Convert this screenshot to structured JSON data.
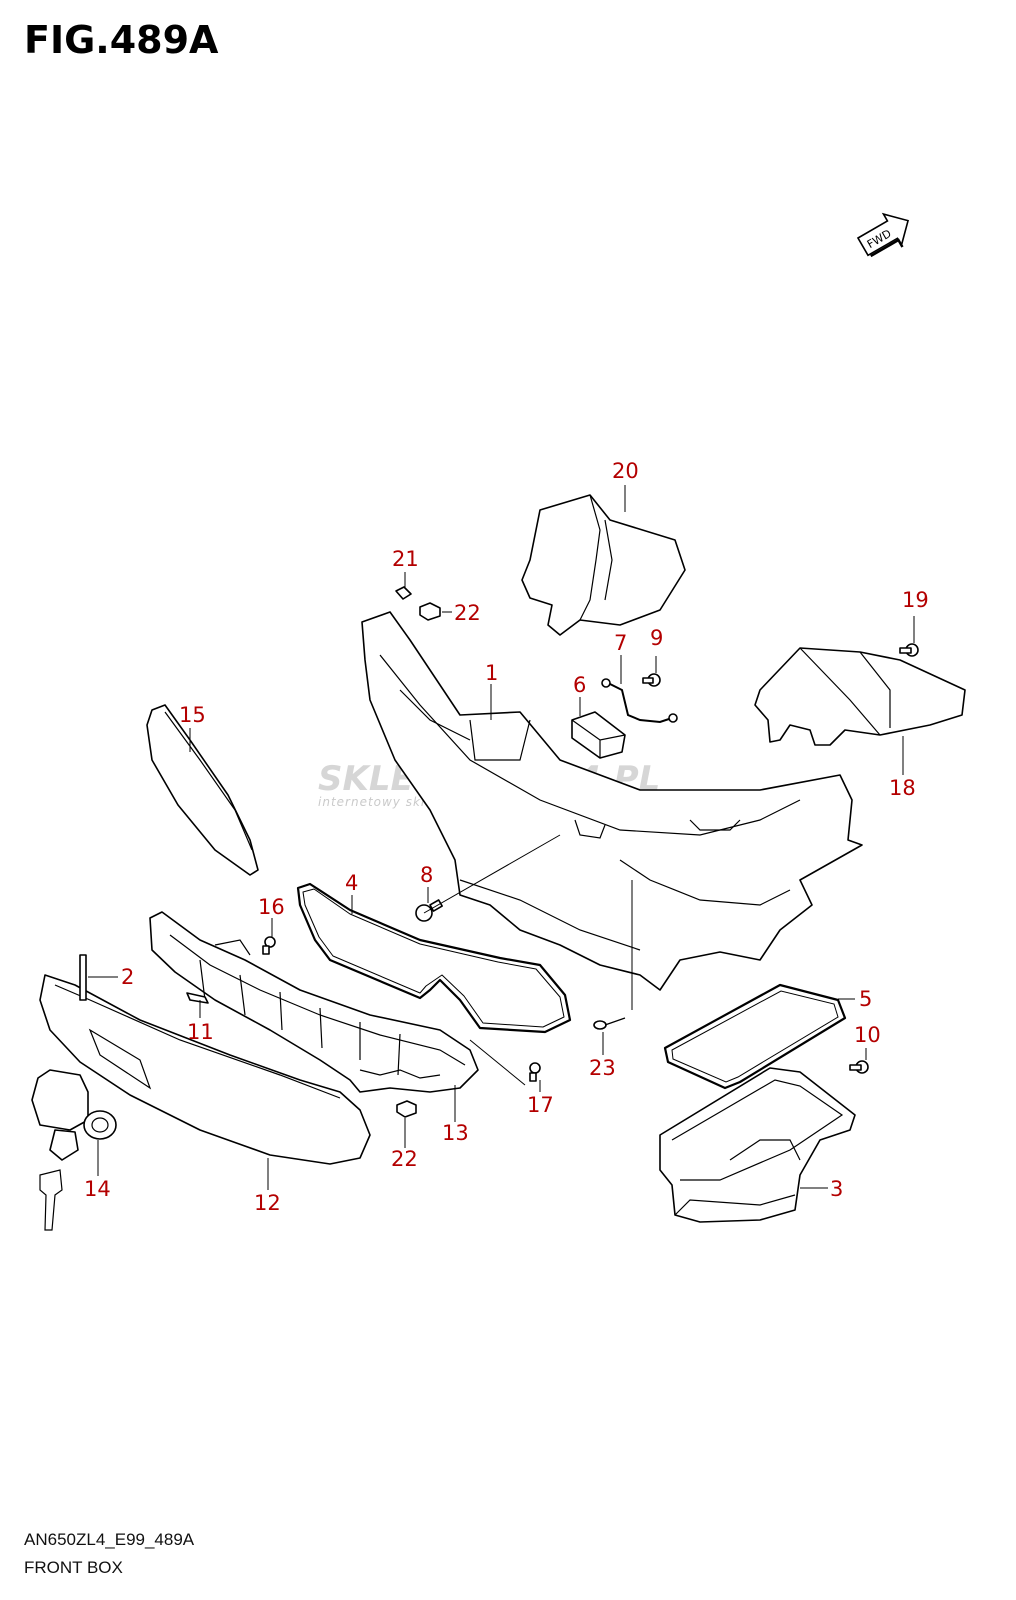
{
  "figure": {
    "title": "FIG.489A",
    "footer_code": "AN650ZL4_E99_489A",
    "footer_name": "FRONT BOX"
  },
  "direction_tag": "FWD",
  "watermark": {
    "main": "SKLEPMOTO24.PL",
    "sub": "internetowy sklep motocyklowy"
  },
  "callouts": [
    "1",
    "2",
    "3",
    "4",
    "5",
    "6",
    "7",
    "8",
    "9",
    "10",
    "11",
    "12",
    "13",
    "14",
    "15",
    "16",
    "17",
    "18",
    "19",
    "20",
    "21",
    "22",
    "22",
    "23"
  ],
  "colors": {
    "callout": "#b30000",
    "line": "#000000",
    "watermark_accent": "#e05555"
  }
}
